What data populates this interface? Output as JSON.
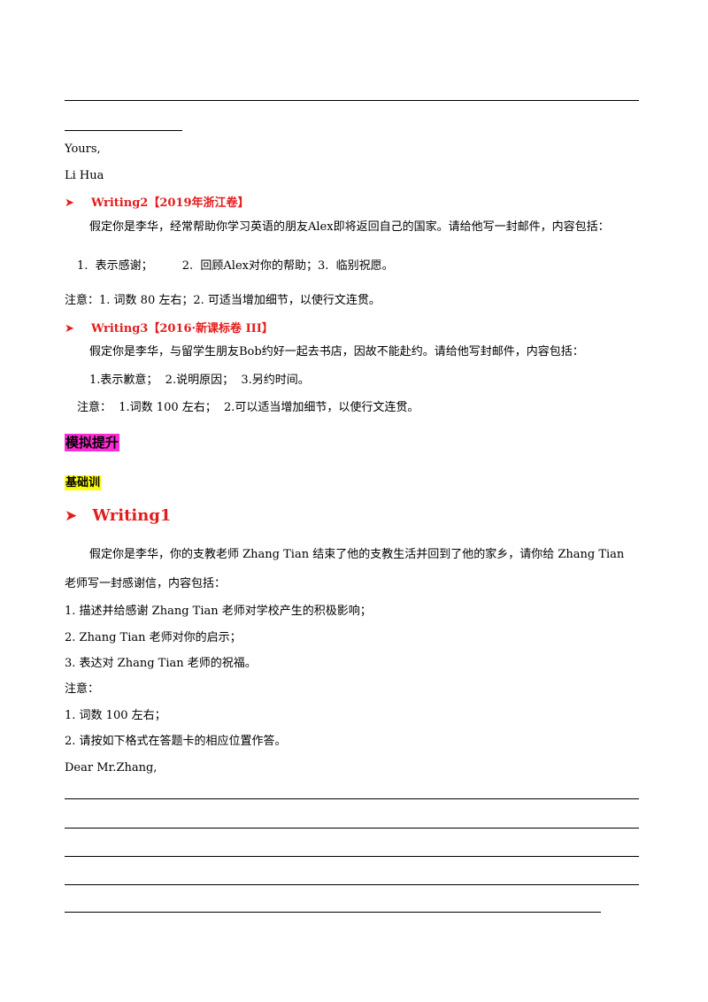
{
  "closing": {
    "yours": "Yours,",
    "name": "Li Hua"
  },
  "writing2": {
    "title": "Writing2【2019年浙江卷】",
    "prompt": "假定你是李华，经常帮助你学习英语的朋友Alex即将返回自己的国家。请给他写一封邮件，内容包括：",
    "points": "1.  表示感谢；        2.  回顾Alex对你的帮助；3.  临别祝愿。",
    "notes": "注意：1.  词数 80 左右；2.  可适当增加细节，以使行文连贯。"
  },
  "writing3": {
    "title": "Writing3【2016·新课标卷 III】",
    "prompt": "假定你是李华，与留学生朋友Bob约好一起去书店，因故不能赴约。请给他写封邮件，内容包括：",
    "points": "1.表示歉意；  2.说明原因；  3.另约时间。",
    "notes": "注意：  1.词数 100 左右；  2.可以适当增加细节，以使行文连贯。"
  },
  "section": {
    "heading": "模拟提升",
    "subheading": "基础训"
  },
  "writing1": {
    "title": "Writing1",
    "prompt_line1": "假定你是李华，你的支教老师 Zhang Tian 结束了他的支教生活并回到了他的家乡，请你给 Zhang Tian",
    "prompt_line2": "老师写一封感谢信，内容包括：",
    "item1": "1.  描述并给感谢 Zhang Tian 老师对学校产生的积极影响；",
    "item2": "2. Zhang Tian 老师对你的启示；",
    "item3": "3.  表达对 Zhang Tian 老师的祝福。",
    "note_label": "注意：",
    "note1": "1.  词数 100 左右；",
    "note2": "2.  请按如下格式在答题卡的相应位置作答。",
    "salutation": "Dear Mr.Zhang,"
  },
  "colors": {
    "title_red": "#e31c1c",
    "highlight_magenta": "#ff2bd6",
    "highlight_yellow": "#ffff00"
  },
  "icons": {
    "bullet": "arrow-bullet-icon"
  }
}
